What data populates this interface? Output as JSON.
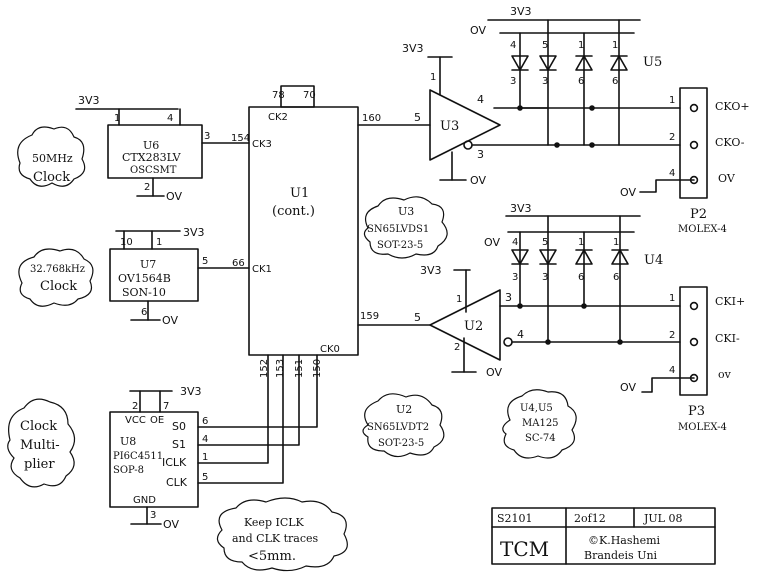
{
  "power": {
    "v33": "3V3",
    "ov": "OV",
    "ov_lower": "ov"
  },
  "u1": {
    "ref": "U1",
    "sub": "(cont.)",
    "pin_ck2": "CK2",
    "pin_ck3": "CK3",
    "pin_ck1": "CK1",
    "pin_ck0": "CK0"
  },
  "u1_pins": {
    "p78": "78",
    "p70": "70",
    "p154": "154",
    "p66": "66",
    "p160": "160",
    "p159": "159",
    "p152": "152",
    "p153": "153",
    "p151": "151",
    "p150": "150"
  },
  "u6": {
    "ref": "U6",
    "part": "CTX283LV",
    "pkg": "OSCSMT",
    "pin1": "1",
    "pin4": "4",
    "pin3": "3",
    "pin2": "2"
  },
  "u7": {
    "ref": "U7",
    "part": "OV1564B",
    "pkg": "SON-10",
    "pin10": "10",
    "pin1": "1",
    "pin5": "5",
    "pin6": "6"
  },
  "u8": {
    "ref": "U8",
    "part": "PI6C4511",
    "pkg": "SOP-8",
    "vcc": "VCC",
    "oe": "OE",
    "gnd": "GND",
    "s0": "S0",
    "s1": "S1",
    "iclk": "ICLK",
    "clk": "CLK",
    "pin2": "2",
    "pin7": "7",
    "pin6": "6",
    "pin4": "4",
    "pin1": "1",
    "pin5": "5",
    "pin3": "3"
  },
  "clouds": {
    "c50_l1": "50MHz",
    "c50_l2": "Clock",
    "c32_l1": "32.768kHz",
    "c32_l2": "Clock",
    "cm_l1": "Clock",
    "cm_l2": "Multi-",
    "cm_l3": "plier",
    "u3_l1": "U3",
    "u3_l2": "SN65LVDS1",
    "u3_l3": "SOT-23-5",
    "u2_l1": "U2",
    "u2_l2": "SN65LVDT2",
    "u2_l3": "SOT-23-5",
    "u45_l1": "U4,U5",
    "u45_l2": "MA125",
    "u45_l3": "SC-74",
    "keep_l1": "Keep ICLK",
    "keep_l2": "and CLK traces",
    "keep_l3": "<5mm."
  },
  "u3": {
    "ref": "U3",
    "pin5": "5",
    "pin4": "4",
    "pin3": "3",
    "pin1": "1"
  },
  "u2": {
    "ref": "U2",
    "pin5": "5",
    "pin3": "3",
    "pin4": "4",
    "pin1": "1",
    "pin2": "2"
  },
  "u5": {
    "ref": "U5",
    "d_top": [
      "4",
      "5",
      "1",
      "1"
    ],
    "d_bot": [
      "3",
      "3",
      "6",
      "6"
    ]
  },
  "u4": {
    "ref": "U4",
    "d_top": [
      "4",
      "5",
      "1",
      "1"
    ],
    "d_bot": [
      "3",
      "3",
      "6",
      "6"
    ]
  },
  "p2": {
    "ref": "P2",
    "part": "MOLEX-4",
    "pin1": "1",
    "pin2": "2",
    "pin4": "4",
    "sig1": "CKO+",
    "sig2": "CKO-",
    "sig3": "OV"
  },
  "p3": {
    "ref": "P3",
    "part": "MOLEX-4",
    "pin1": "1",
    "pin2": "2",
    "pin4": "4",
    "sig1": "CKI+",
    "sig2": "CKI-",
    "sig3": "OV"
  },
  "title_block": {
    "sheet_id": "S2101",
    "sheet_no": "2of12",
    "date": "JUL 08",
    "project": "TCM",
    "author": "©K.Hashemi",
    "org": "Brandeis Uni"
  }
}
